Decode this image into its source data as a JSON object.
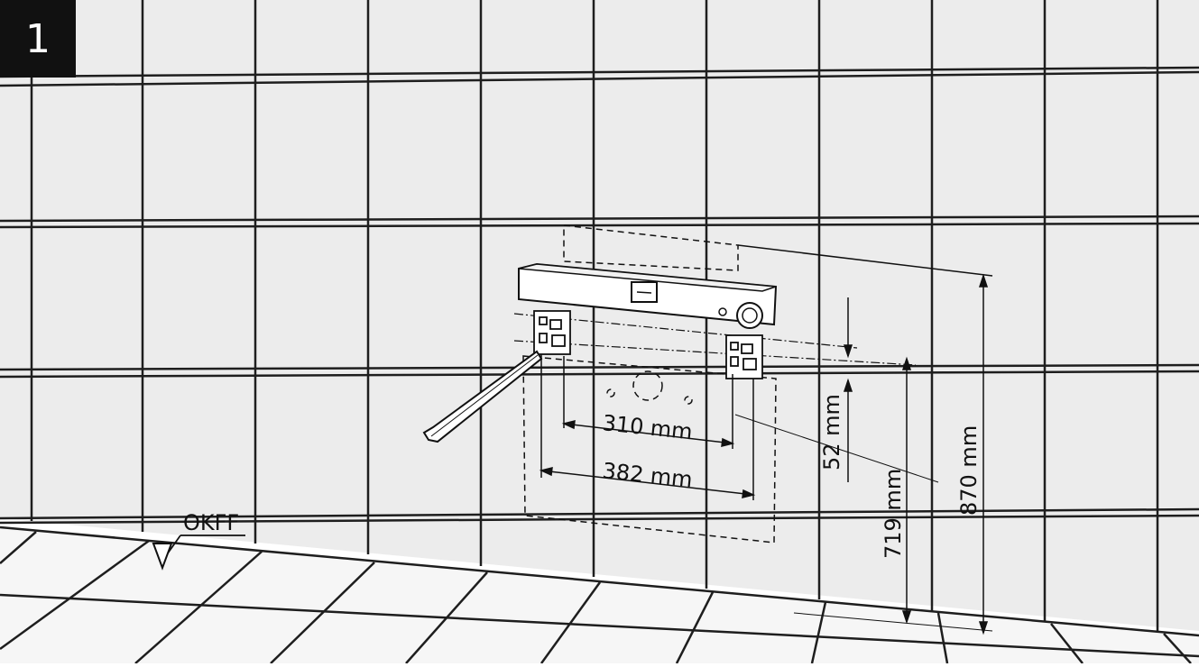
{
  "step": {
    "number": "1"
  },
  "floor_reference": {
    "label": "OKFF"
  },
  "dimensions": {
    "inner_spacing": "310 mm",
    "outer_spacing": "382 mm",
    "bracket_offset": "52 mm",
    "bracket_height": "719 mm",
    "level_height": "870 mm"
  },
  "colors": {
    "tile": "#efefef",
    "floor_tile": "#f7f7f7",
    "grout": "#1e1e1e",
    "line": "#111111",
    "badge": "#111111"
  }
}
